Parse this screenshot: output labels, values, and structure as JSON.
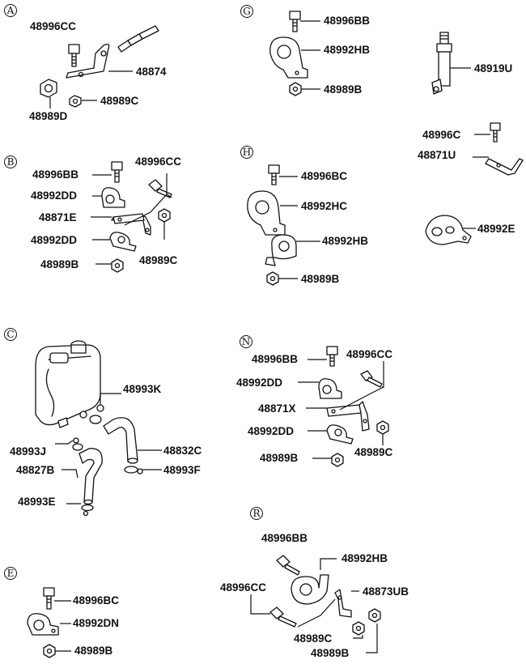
{
  "sections": {
    "A": {
      "letter": "A",
      "labels": [
        "48996CC",
        "48874",
        "48989C",
        "48989D"
      ]
    },
    "B": {
      "letter": "B",
      "labels": [
        "48996BB",
        "48996CC",
        "48992DD",
        "48871E",
        "48992DD",
        "48989C",
        "48989B"
      ]
    },
    "C": {
      "letter": "C",
      "labels": [
        "48993K",
        "48993J",
        "48832C",
        "48827B",
        "48993F",
        "48993E"
      ]
    },
    "E": {
      "letter": "E",
      "labels": [
        "48996BC",
        "48992DN",
        "48989B"
      ]
    },
    "G": {
      "letter": "G",
      "labels": [
        "48996BB",
        "48992HB",
        "48989B"
      ]
    },
    "H": {
      "letter": "H",
      "labels": [
        "48996BC",
        "48992HC",
        "48992HB",
        "48989B"
      ]
    },
    "N": {
      "letter": "N",
      "labels": [
        "48996BB",
        "48996CC",
        "48992DD",
        "48871X",
        "48992DD",
        "48989C",
        "48989B"
      ]
    },
    "R": {
      "letter": "R",
      "labels": [
        "48996BB",
        "48992HB",
        "48996CC",
        "48873UB",
        "48989C",
        "48989B"
      ]
    },
    "misc": {
      "labels": [
        "48919U",
        "48996C",
        "48871U",
        "48992E"
      ]
    }
  }
}
